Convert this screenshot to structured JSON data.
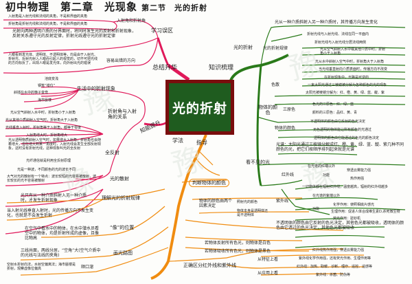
{
  "header": {
    "title": "初中物理　第二章　光现象",
    "subtitle": "第二节　光的折射"
  },
  "center": {
    "label": "光的折射"
  },
  "branches": {
    "summary": {
      "label": "总结升华",
      "color": "#e0195a",
      "mistakes": {
        "label": "学习误区",
        "angles": {
          "label": "入射角和折射角",
          "items": [
            "入射角是入射光线和法线的夹角，不是和界面的夹角",
            "折射角是折射光线和法线的夹角，不是和界面的夹角"
          ]
        },
        "both": "光射向两种透明介质的分界面时，将同时发生光的反射和折射现象，反射关系遵守光的反射定律，折射光线遵守光的折射定律",
        "direction": {
          "label": "容易出错的方向",
          "text": "人眼看到发光体、透明体、不透明体等，均是由于入射光、折射光、反射光射入人眼而引起人的视觉的，切不可把光线的方向标反了，出现人眼是发光体，向外射出光的错误"
        }
      }
    },
    "ability": {
      "label": "知能提升",
      "life": {
        "label": "生活中的折射现象",
        "items": [
          "池底变浅",
          "钢笔“错位”",
          "斜插在水中的筷子变弯",
          "海市蜃楼"
        ]
      },
      "relation": {
        "label": "折射角与入射角的关系",
        "items": [
          "光从空气斜射入水中时，折射角小于入射角",
          "光从其他介质斜射入空气时，折射角大于入射角",
          "光线垂直入射时，折射角等于入射角，都等于零度",
          "入射角增大时，折射角增大"
        ]
      },
      "total": {
        "label": "全反射",
        "items": [
          "光从透明物质斜射入空气时，如果增大入射角，折射角也会随着增大，但在增大到某一角度时，入射光线会发生全部反射现象，这时没有折射光线，这种现象叫光的全反射",
          "光纤通信就是利用全反射原理"
        ]
      },
      "dispersion": {
        "label": "光的散射",
        "items": [
          "光是一种波，不同颜色的光的波长不同",
          "大气对光的散射有一个特点：波长较短的光容易被散射，波长较长的光不容易被散射"
        ]
      }
    },
    "knowledge": {
      "label": "知识梳理",
      "color": "#2a7a1a",
      "refraction": {
        "label": "光的折射",
        "def": "光从一种介质斜射入另一种介质时，其传播方向发生变化",
        "law": {
          "label": "光的折射规律",
          "items": [
            "折射光线与入射光线、法线在同一平面内",
            "折射光线与入射光线分居法线两侧",
            "光从空气斜射入水中或其他介质中时，折射角小于入射角",
            "光从水中斜射入空气中时，折射角大于入射角",
            "当光线垂直射向介质表面时，传播方向不改变",
            "在折射现象中，光路是可逆的"
          ]
        }
      },
      "dispersion": {
        "label": "色散",
        "items": [
          "一束太阳光通过三棱镜被分解为各种颜色的光的现象",
          "太阳光被棱镜分解为：红、橙、黄、绿、蓝、靛、紫"
        ]
      },
      "object_color": {
        "label": "物体的颜色",
        "primary": {
          "label": "三原色",
          "items": [
            "色光的三原色：红、绿、蓝",
            "颜料的三原色：品红、黄、青"
          ]
        },
        "color": {
          "label": "物体的颜色",
          "items": [
            "不透明体的颜色由它反射的色光决定",
            "无色透明的物体能让所有颜色的光通过",
            "透明体的颜色由它能透过的色光的颜色决定"
          ]
        }
      },
      "invisible": {
        "label": "看不见的光",
        "spectrum": "光谱：太阳光通过三棱镜分解成红、橙、黄、绿、蓝、靛、紫几种不同颜色的光，把它们按顺序排列起来就是光谱",
        "infrared": {
          "label": "红外线",
          "pos": "在光谱的红端以外",
          "func_label": "功能",
          "funcs": [
            "穿透云雾能力强",
            "热作用强"
          ],
          "note": "一切物体都在辐射红外线，温度越高，辐射的红外线越多"
        },
        "ultraviolet": {
          "label": "紫外线",
          "pos": "在光谱的紫端以外",
          "func_label": "功能",
          "funcs": [
            "化学作用：使照相底片感光",
            "生理作用：促进人体合成维生素D,杀死微生物",
            "荧光作用：验钞机"
          ]
        }
      }
    },
    "method": {
      "label_left": "学法",
      "label_right": "指导",
      "color": "#f08c10",
      "understand": {
        "label": "理解光的折射规律",
        "items": [
          "光只有从一种介质斜射入另一种介质时，才发生折射现象",
          "当入射光线垂直入射时，光的传播方向不发生变化，也就是不会发生折射"
        ]
      },
      "image": {
        "label": "“像”的位置",
        "text": "在空气中看水中的物体，在水中潜水员看空中的物体，均是折射所成的虚像，且像比物高"
      },
      "draw": {
        "label": "画光路图",
        "text": "三线共面，两线分居，“空角”大(空气介质中的光线与法线的夹角)"
      },
      "rhyme": {
        "label": "顺口溜",
        "text": "空射水折射向法，水射空偏离法；海市蜃楼是折射，观察虚像位偏高"
      },
      "judge": {
        "label": "判断物体的颜色",
        "factors": {
          "label": "物体的颜色由两个因素决定",
          "items": [
            "照射光的颜色",
            "物体本身是透明体还是不透明体"
          ]
        },
        "rule": "不透明体的颜色由它反射的色光决定，其他色光都被吸收，透明体的颜色由它透过的色光决定，其他色光都被吸收",
        "white": "若物体反射所有色光，则物体是白色",
        "black": "若物体吸收所有色光，则物体是黑色"
      },
      "distinguish": {
        "label": "正确区分红外线和紫外线",
        "feature": {
          "label": "从特征上看",
          "items": [
            "红外线热作用强，穿透云雾能力强",
            "紫外线化学作用强，还有荧光作用、生理作用等"
          ]
        },
        "application": {
          "label": "从应用上看",
          "items": [
            "红外线：加热、取暖、诊断、理疗、遥控、遥感等",
            "紫外线：杀菌、防伪等"
          ]
        }
      }
    }
  }
}
